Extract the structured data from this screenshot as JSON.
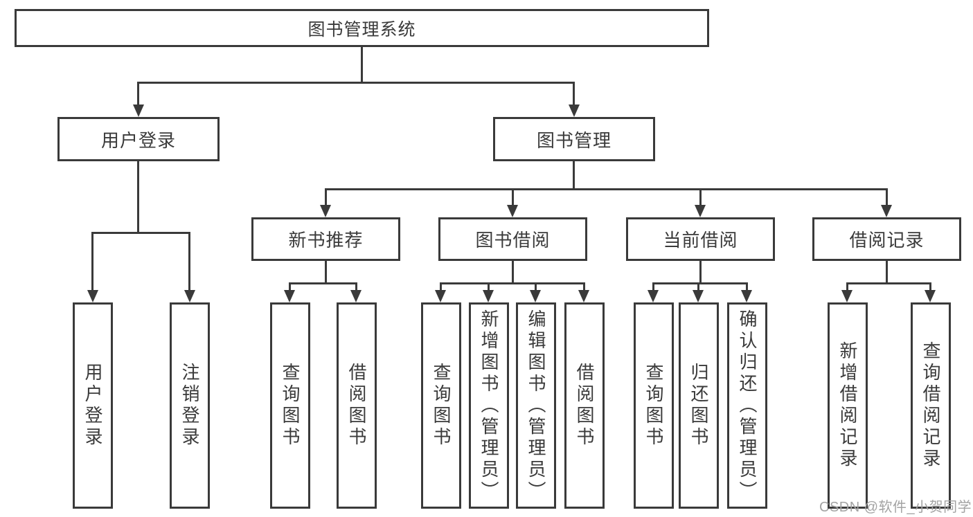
{
  "diagram": {
    "root": {
      "label": "图书管理系统"
    },
    "level2": [
      {
        "label": "用户登录"
      },
      {
        "label": "图书管理"
      }
    ],
    "level3": [
      {
        "label": "新书推荐"
      },
      {
        "label": "图书借阅"
      },
      {
        "label": "当前借阅"
      },
      {
        "label": "借阅记录"
      }
    ],
    "leaves": [
      {
        "label": "用户登录"
      },
      {
        "label": "注销登录"
      },
      {
        "label": "查询图书"
      },
      {
        "label": "借阅图书"
      },
      {
        "label": "查询图书"
      },
      {
        "label": "新增图书（管理员）"
      },
      {
        "label": "编辑图书（管理员）"
      },
      {
        "label": "借阅图书"
      },
      {
        "label": "查询图书"
      },
      {
        "label": "归还图书"
      },
      {
        "label": "确认归还（管理员）"
      },
      {
        "label": "新增借阅记录"
      },
      {
        "label": "查询借阅记录"
      }
    ]
  },
  "watermark": {
    "text": "CSDN @软件_小贺同学"
  },
  "colors": {
    "line": "#3a3a3a",
    "box_border": "#3a3a3a",
    "text": "#3a3a3a",
    "background": "#ffffff",
    "watermark": "#a3a3a3"
  }
}
